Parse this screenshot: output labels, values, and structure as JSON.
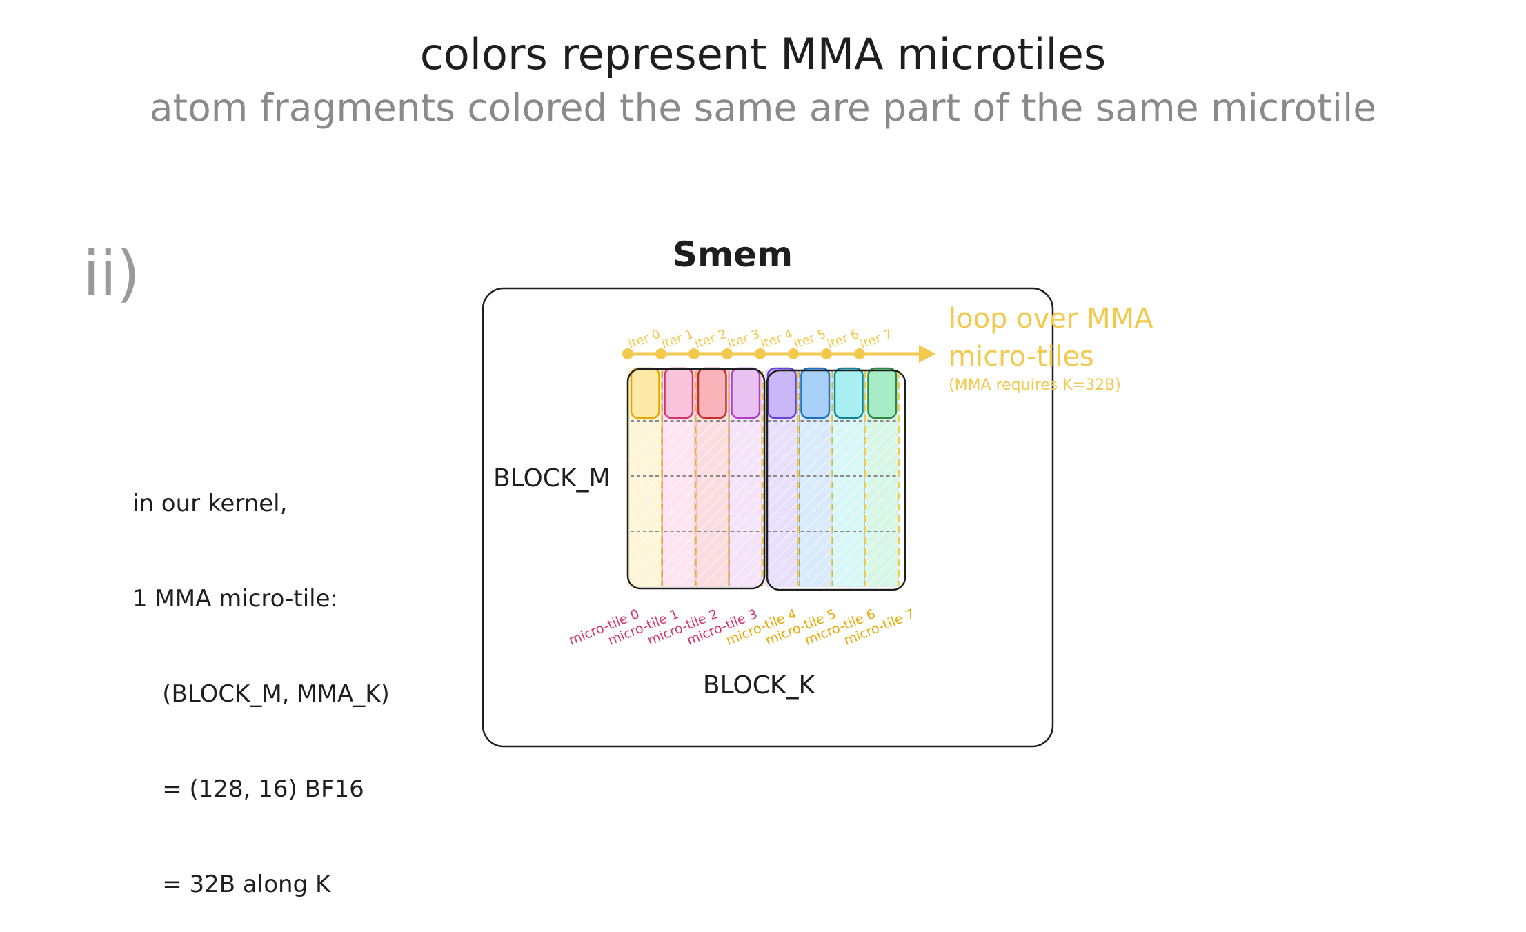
{
  "header": {
    "title": "colors represent MMA microtiles",
    "subtitle": "atom fragments colored the same are part of the same microtile"
  },
  "section_label": "ii)",
  "kernel_note": {
    "lines": [
      "in our kernel,",
      "1 MMA micro-tile:",
      "    (BLOCK_M, MMA_K)",
      "    = (128, 16) BF16",
      "    = 32B along K"
    ]
  },
  "smem": {
    "title": "Smem",
    "block_m_label": "BLOCK_M",
    "block_k_label": "BLOCK_K"
  },
  "loop_note": {
    "line1": "loop over MMA",
    "line2": "micro-tiles",
    "line3": "(MMA requires K=32B)"
  },
  "colors": {
    "accent_yellow": "#f2c94c",
    "pink_label": "#d6336c",
    "outline": "#1e1e1e"
  },
  "microtiles": [
    {
      "iter": "iter 0",
      "label": "micro-tile 0",
      "fill": "#ffe9a8",
      "stroke": "#e0a800",
      "label_color": "#d6336c"
    },
    {
      "iter": "iter 1",
      "label": "micro-tile 1",
      "fill": "#fbc4dd",
      "stroke": "#d6336c",
      "label_color": "#d6336c"
    },
    {
      "iter": "iter 2",
      "label": "micro-tile 2",
      "fill": "#f9b4b9",
      "stroke": "#c92a2a",
      "label_color": "#d6336c"
    },
    {
      "iter": "iter 3",
      "label": "micro-tile 3",
      "fill": "#e9c2f2",
      "stroke": "#ae3ec9",
      "label_color": "#d6336c"
    },
    {
      "iter": "iter 4",
      "label": "micro-tile 4",
      "fill": "#c9b8f7",
      "stroke": "#6741d9",
      "label_color": "#e6a800"
    },
    {
      "iter": "iter 5",
      "label": "micro-tile 5",
      "fill": "#a9d0f9",
      "stroke": "#1971c2",
      "label_color": "#e6a800"
    },
    {
      "iter": "iter 6",
      "label": "micro-tile 6",
      "fill": "#a9eef0",
      "stroke": "#0c8599",
      "label_color": "#e6a800"
    },
    {
      "iter": "iter 7",
      "label": "micro-tile 7",
      "fill": "#a8ebc7",
      "stroke": "#2b8a3e",
      "label_color": "#e6a800"
    }
  ]
}
